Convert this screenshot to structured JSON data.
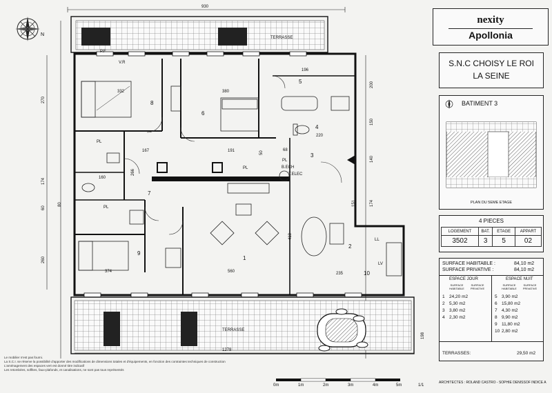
{
  "brand": {
    "name": "nexity",
    "sub": "Apollonia"
  },
  "client": {
    "line1": "S.N.C CHOISY LE ROI",
    "line2": "LA SEINE"
  },
  "building": {
    "label": "BATIMENT 3",
    "caption": "PLAN DU 5EME ETAGE"
  },
  "unit": {
    "title": "4 PIECES",
    "headers": [
      "LOGEMENT",
      "BAT.",
      "ETAGE",
      "APPART"
    ],
    "values": [
      "3502",
      "3",
      "5",
      "02"
    ]
  },
  "surfaces": {
    "habitable_label": "SURFACE HABITABLE :",
    "habitable_value": "84,10 m2",
    "privative_label": "SURFACE PRIVATIVE :",
    "privative_value": "84,10 m2",
    "day_label": "ESPACE JOUR",
    "night_label": "ESPACE NUIT",
    "col_h": "SURFACE HABITABLE",
    "col_p": "SURFACE PRIVATIVE",
    "day": [
      {
        "n": "1",
        "v": "24,20 m2"
      },
      {
        "n": "2",
        "v": "5,30 m2"
      },
      {
        "n": "3",
        "v": "3,80 m2"
      },
      {
        "n": "4",
        "v": "2,30 m2"
      }
    ],
    "night": [
      {
        "n": "5",
        "v": "3,90 m2"
      },
      {
        "n": "6",
        "v": "15,80 m2"
      },
      {
        "n": "7",
        "v": "4,30 m2"
      },
      {
        "n": "8",
        "v": "9,90 m2"
      },
      {
        "n": "9",
        "v": "11,80 m2"
      },
      {
        "n": "10",
        "v": "2,80 m2"
      }
    ],
    "terraces_label": "TERRASSES:",
    "terraces_value": "29,50 m2"
  },
  "architects": "ARCHITECTES : ROLAND CASTRO - SOPHIE DENISSOF  INDICE A",
  "scale": {
    "labels": [
      "0m",
      "1m",
      "2m",
      "3m",
      "4m",
      "5m"
    ],
    "ratio": "1/1"
  },
  "plan": {
    "terrace_top": "TERRASSE",
    "terrace_bottom": "TERRASSE",
    "rooms": [
      "1",
      "2",
      "3",
      "4",
      "5",
      "6",
      "7",
      "8",
      "9",
      "10"
    ],
    "texts": [
      "PL",
      "PL",
      "PL",
      "PL",
      "B.ECH",
      "T.ELEC",
      "LL",
      "LV",
      "P.F",
      "V.R"
    ],
    "dims_h": [
      "930",
      "332",
      "380",
      "196",
      "167",
      "191",
      "220",
      "160",
      "374",
      "560",
      "235",
      "1278",
      "68"
    ],
    "dims_v": [
      "270",
      "174",
      "60",
      "80",
      "260",
      "200",
      "150",
      "174",
      "140",
      "410",
      "151",
      "198",
      "266",
      "50"
    ]
  },
  "notes": [
    "Le mobilier n'est pas fourni.",
    "La S.C.I. se réserve la possibilité d'apporter des modifications de dimensions totales et d'équipements, en fonction des contraintes techniques de construction",
    "L'aménagement des espaces vert est donné titre indicatif",
    "Les retombées, soffites, faux-plafonds, et canalisations, ne sont pas tous représentés"
  ]
}
